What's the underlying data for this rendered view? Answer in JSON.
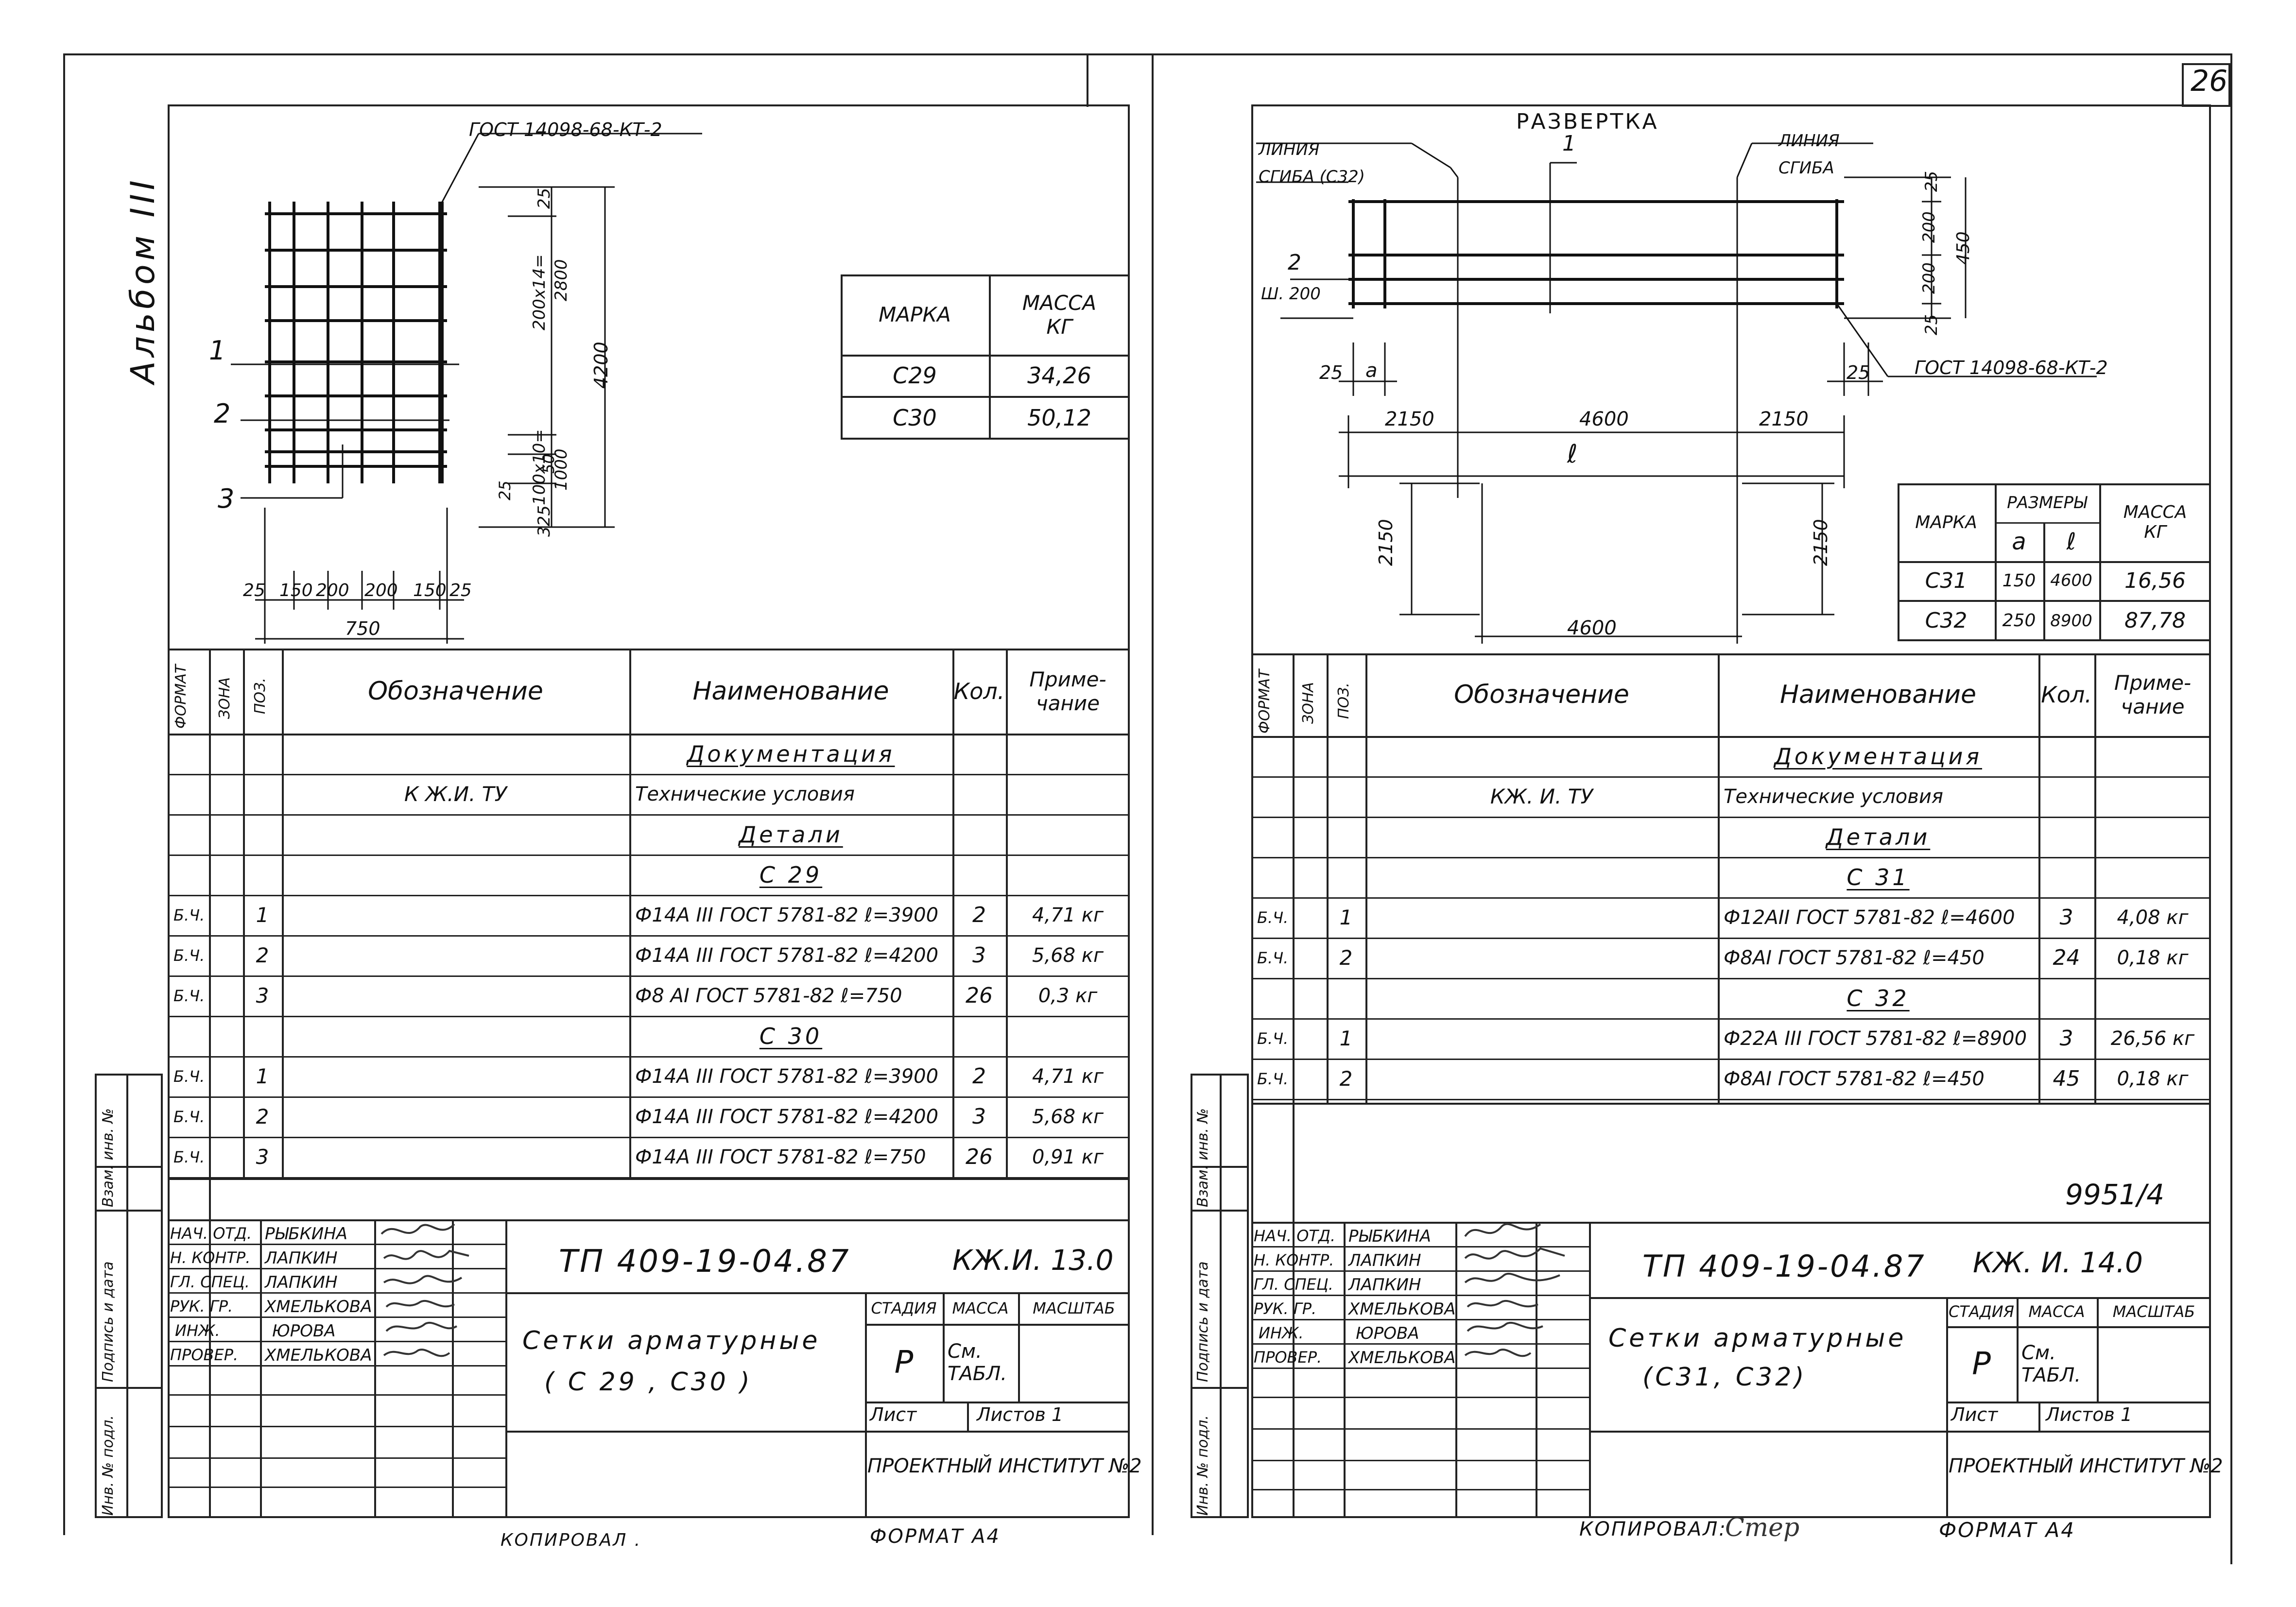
{
  "page_number": "26",
  "album_label": "Альбом III",
  "left": {
    "gost_label": "ГОСТ 14098-68-КТ-2",
    "leader_1": "1",
    "leader_2": "2",
    "leader_3": "3",
    "dims_right": {
      "d25": "25",
      "d200x14": "200x14=",
      "d2800": "2800",
      "d4200": "4200",
      "d100x10": "100x10=",
      "d1000": "1000",
      "d50": "50",
      "d25b": "25",
      "d325": "325"
    },
    "dims_bottom": [
      "25",
      "150",
      "200",
      "200",
      "150",
      "25"
    ],
    "dim_total": "750",
    "mass_table": {
      "headers": [
        "МАРКА",
        "МАССА КГ"
      ],
      "rows": [
        [
          "С29",
          "34,26"
        ],
        [
          "С30",
          "50,12"
        ]
      ]
    },
    "spec_headers": {
      "format": "ФОРМАТ",
      "zone": "ЗОНА",
      "pos": "ПОЗ.",
      "designation": "Обозначение",
      "name": "Наименование",
      "qty": "Кол.",
      "note": "Приме-чание"
    },
    "spec_rows": [
      {
        "fmt": "",
        "pos": "",
        "des": "",
        "name": "Документация",
        "qty": "",
        "note": "",
        "ul": true
      },
      {
        "fmt": "",
        "pos": "",
        "des": "К Ж.И. ТУ",
        "name": "Технические условия",
        "qty": "",
        "note": ""
      },
      {
        "fmt": "",
        "pos": "",
        "des": "",
        "name": "Детали",
        "qty": "",
        "note": "",
        "ul": true
      },
      {
        "fmt": "",
        "pos": "",
        "des": "",
        "name": "С 29",
        "qty": "",
        "note": "",
        "ul": true
      },
      {
        "fmt": "Б.Ч.",
        "pos": "1",
        "des": "",
        "name": "Ф14А III ГОСТ 5781-82 ℓ=3900",
        "qty": "2",
        "note": "4,71 кг"
      },
      {
        "fmt": "Б.Ч.",
        "pos": "2",
        "des": "",
        "name": "Ф14А III ГОСТ 5781-82 ℓ=4200",
        "qty": "3",
        "note": "5,68 кг"
      },
      {
        "fmt": "Б.Ч.",
        "pos": "3",
        "des": "",
        "name": "Ф8 АI ГОСТ 5781-82 ℓ=750",
        "qty": "26",
        "note": "0,3 кг"
      },
      {
        "fmt": "",
        "pos": "",
        "des": "",
        "name": "С 30",
        "qty": "",
        "note": "",
        "ul": true
      },
      {
        "fmt": "Б.Ч.",
        "pos": "1",
        "des": "",
        "name": "Ф14А III ГОСТ 5781-82 ℓ=3900",
        "qty": "2",
        "note": "4,71 кг"
      },
      {
        "fmt": "Б.Ч.",
        "pos": "2",
        "des": "",
        "name": "Ф14А III ГОСТ 5781-82 ℓ=4200",
        "qty": "3",
        "note": "5,68 кг"
      },
      {
        "fmt": "Б.Ч.",
        "pos": "3",
        "des": "",
        "name": "Ф14А III ГОСТ 5781-82 ℓ=750",
        "qty": "26",
        "note": "0,91 кг"
      }
    ],
    "stamp": {
      "roles": [
        "НАЧ. ОТД.",
        "Н. КОНТР.",
        "ГЛ. СПЕЦ.",
        "РУК. ГР.",
        "ИНЖ.",
        "ПРОВЕР."
      ],
      "names": [
        "РЫБКИНА",
        "ЛАПКИН",
        "ЛАПКИН",
        "ХМЕЛЬКОВА",
        "ЮРОВА",
        "ХМЕЛЬКОВА"
      ],
      "project": "ТП 409-19-04.87",
      "code": "КЖ.И. 13.0",
      "title_1": "Сетки арматурные",
      "title_2": "( С 29 , С30 )",
      "stage_h": "СТАДИЯ",
      "mass_h": "МАССА",
      "scale_h": "МАСШТАБ",
      "stage": "Р",
      "mass": "См. ТАБЛ.",
      "sheet": "Лист",
      "sheets": "Листов 1",
      "org": "ПРОЕКТНЫЙ ИНСТИТУТ №2"
    },
    "side_labels": [
      "Инв. № подл.",
      "Подпись и дата",
      "Взам. инв. №"
    ],
    "copied": "КОПИРОВАЛ .",
    "format": "ФОРМАТ А4"
  },
  "right": {
    "title": "РАЗВЕРТКА",
    "bend_left": "ЛИНИЯ СГИБА (С32)",
    "bend_right": "ЛИНИЯ СГИБА",
    "leader_1": "1",
    "leader_2": "2",
    "step": "Ш. 200",
    "gost_label": "ГОСТ 14098-68-КТ-2",
    "dims": {
      "d25": "25",
      "dA": "a",
      "d25r": "25",
      "d2150": "2150",
      "d4600": "4600",
      "d2150r": "2150",
      "dL": "ℓ",
      "v25": "25",
      "v200a": "200",
      "v200b": "200",
      "v25b": "25",
      "v450": "450",
      "s2150l": "2150",
      "s2150r": "2150",
      "s4600": "4600"
    },
    "size_table": {
      "headers": [
        "МАРКА",
        "РАЗМЕРЫ",
        "МАССА КГ"
      ],
      "sub": [
        "a",
        "ℓ"
      ],
      "rows": [
        [
          "С31",
          "150",
          "4600",
          "16,56"
        ],
        [
          "С32",
          "250",
          "8900",
          "87,78"
        ]
      ]
    },
    "spec_headers": {
      "format": "ФОРМАТ",
      "zone": "ЗОНА",
      "pos": "ПОЗ.",
      "designation": "Обозначение",
      "name": "Наименование",
      "qty": "Кол.",
      "note": "Приме-чание"
    },
    "spec_rows": [
      {
        "fmt": "",
        "pos": "",
        "des": "",
        "name": "Документация",
        "qty": "",
        "note": "",
        "ul": true
      },
      {
        "fmt": "",
        "pos": "",
        "des": "КЖ. И. ТУ",
        "name": "Технические условия",
        "qty": "",
        "note": ""
      },
      {
        "fmt": "",
        "pos": "",
        "des": "",
        "name": "Детали",
        "qty": "",
        "note": "",
        "ul": true
      },
      {
        "fmt": "",
        "pos": "",
        "des": "",
        "name": "С 31",
        "qty": "",
        "note": "",
        "ul": true
      },
      {
        "fmt": "Б.Ч.",
        "pos": "1",
        "des": "",
        "name": "Ф12АII ГОСТ 5781-82 ℓ=4600",
        "qty": "3",
        "note": "4,08 кг"
      },
      {
        "fmt": "Б.Ч.",
        "pos": "2",
        "des": "",
        "name": "Ф8АI ГОСТ 5781-82 ℓ=450",
        "qty": "24",
        "note": "0,18 кг"
      },
      {
        "fmt": "",
        "pos": "",
        "des": "",
        "name": "С 32",
        "qty": "",
        "note": "",
        "ul": true
      },
      {
        "fmt": "Б.Ч.",
        "pos": "1",
        "des": "",
        "name": "Ф22А III ГОСТ 5781-82 ℓ=8900",
        "qty": "3",
        "note": "26,56 кг"
      },
      {
        "fmt": "Б.Ч.",
        "pos": "2",
        "des": "",
        "name": "Ф8АI ГОСТ 5781-82 ℓ=450",
        "qty": "45",
        "note": "0,18 кг"
      }
    ],
    "ref": "9951/4",
    "stamp": {
      "roles": [
        "НАЧ. ОТД.",
        "Н. КОНТР.",
        "ГЛ. СПЕЦ.",
        "РУК. ГР.",
        "ИНЖ.",
        "ПРОВЕР."
      ],
      "names": [
        "РЫБКИНА",
        "ЛАПКИН",
        "ЛАПКИН",
        "ХМЕЛЬКОВА",
        "ЮРОВА",
        "ХМЕЛЬКОВА"
      ],
      "project": "ТП 409-19-04.87",
      "code": "КЖ. И. 14.0",
      "title_1": "Сетки арматурные",
      "title_2": "(С31, С32)",
      "stage_h": "СТАДИЯ",
      "mass_h": "МАССА",
      "scale_h": "МАСШТАБ",
      "stage": "Р",
      "mass": "См. ТАБЛ.",
      "sheet": "Лист",
      "sheets": "Листов 1",
      "org": "ПРОЕКТНЫЙ ИНСТИТУТ №2"
    },
    "side_labels": [
      "Инв. № подл.",
      "Подпись и дата",
      "Взам. инв. №"
    ],
    "copied": "КОПИРОВАЛ:",
    "copied_sig": "Стер",
    "format": "ФОРМАТ А4"
  }
}
